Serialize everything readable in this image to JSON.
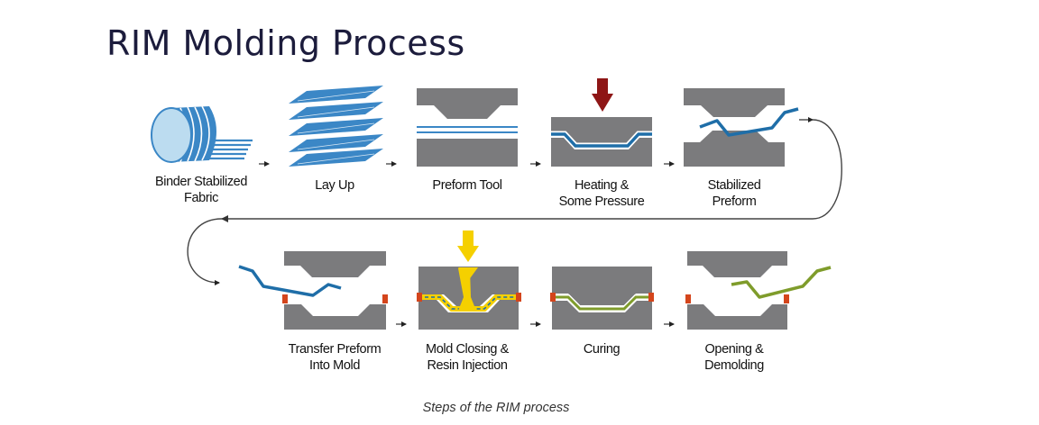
{
  "title": "RIM Molding Process",
  "caption": "Steps of the RIM process",
  "steps": {
    "binder": {
      "line1": "Binder Stabilized",
      "line2": "Fabric"
    },
    "layup": {
      "line1": "Lay Up"
    },
    "preform_tool": {
      "line1": "Preform Tool"
    },
    "heating": {
      "line1": "Heating &",
      "line2": "Some Pressure"
    },
    "stabilized": {
      "line1": "Stabilized",
      "line2": "Preform"
    },
    "transfer": {
      "line1": "Transfer Preform",
      "line2": "Into Mold"
    },
    "closing": {
      "line1": "Mold Closing &",
      "line2": "Resin Injection"
    },
    "curing": {
      "line1": "Curing"
    },
    "opening": {
      "line1": "Opening &",
      "line2": "Demolding"
    }
  },
  "colors": {
    "tool_gray": "#7b7b7d",
    "fabric_blue": "#3b87c6",
    "preform_blue": "#1f6ea8",
    "pressure_red": "#8e1616",
    "resin_yellow": "#f5d000",
    "cured_green": "#7f9c2b",
    "seal_orange": "#d4451c"
  }
}
